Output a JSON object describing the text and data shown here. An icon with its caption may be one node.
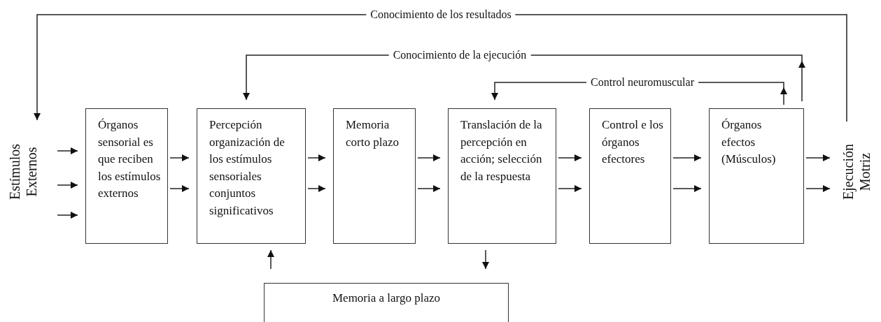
{
  "diagram": {
    "nodes": [
      {
        "text": [
          "Estímulos Externos"
        ]
      },
      {
        "text": [
          "Órganos sensorial es que reciben los estímulos externos"
        ]
      },
      {
        "text": [
          "Percepción organización de los estímulos sensoriales conjuntos significativos"
        ]
      },
      {
        "text": [
          "Memoria corto plazo"
        ]
      },
      {
        "text": [
          "Translación de la percepción en acción; selección de la respuesta"
        ]
      },
      {
        "text": [
          "Control e los órganos efectores"
        ]
      },
      {
        "text": [
          "Órganos efectos (Músculos)"
        ]
      },
      {
        "text": [
          "Ejecución Motriz"
        ]
      },
      {
        "text": [
          "Memoria a largo plazo"
        ]
      }
    ],
    "edges": [
      {
        "from": 0,
        "to": 1,
        "arrow": "to"
      },
      {
        "from": 0,
        "to": 1,
        "arrow": "to"
      },
      {
        "from": 0,
        "to": 1,
        "arrow": "to"
      },
      {
        "from": 1,
        "to": 2,
        "arrow": "to"
      },
      {
        "from": 1,
        "to": 2,
        "arrow": "to"
      },
      {
        "from": 2,
        "to": 3,
        "arrow": "to"
      },
      {
        "from": 2,
        "to": 3,
        "arrow": "to"
      },
      {
        "from": 3,
        "to": 4,
        "arrow": "to"
      },
      {
        "from": 3,
        "to": 4,
        "arrow": "to"
      },
      {
        "from": 4,
        "to": 5,
        "arrow": "to"
      },
      {
        "from": 4,
        "to": 5,
        "arrow": "to"
      },
      {
        "from": 5,
        "to": 6,
        "arrow": "to"
      },
      {
        "from": 5,
        "to": 6,
        "arrow": "to"
      },
      {
        "from": 6,
        "to": 7,
        "arrow": "to"
      },
      {
        "from": 6,
        "to": 7,
        "arrow": "to"
      },
      {
        "from": 8,
        "to": 2,
        "arrow": "to"
      },
      {
        "from": 4,
        "to": 8,
        "arrow": "to"
      },
      {
        "from": 7,
        "to": 0,
        "arrow": "to",
        "label": "Conocimiento de los resultados"
      },
      {
        "from": 6,
        "to": 2,
        "arrow": "to",
        "label": "Conocimiento de la ejecución"
      },
      {
        "from": 6,
        "to": 4,
        "arrow": "to",
        "label": "Control neuromuscular"
      }
    ]
  }
}
